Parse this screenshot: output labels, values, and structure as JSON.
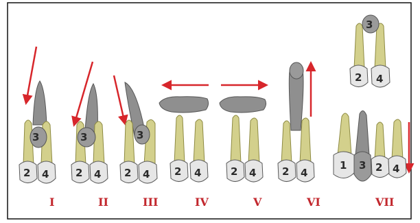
{
  "colors": {
    "frame": "#111111",
    "arrow": "#d7262b",
    "label": "#c2272d",
    "root": "#d3d08c",
    "root_stroke": "#8d8a42",
    "crown": "#e6e6e6",
    "crown_stroke": "#595959",
    "gray_tooth": "#8f8f8f",
    "gray_stroke": "#555555",
    "number": "#2b2b2b"
  },
  "stages": [
    {
      "id": "I",
      "label": "I",
      "teeth": [
        "2",
        "4",
        "3"
      ]
    },
    {
      "id": "II",
      "label": "II",
      "teeth": [
        "2",
        "4",
        "3"
      ]
    },
    {
      "id": "III",
      "label": "III",
      "teeth": [
        "2",
        "4",
        "3"
      ]
    },
    {
      "id": "IV",
      "label": "IV",
      "teeth": [
        "2",
        "4"
      ]
    },
    {
      "id": "V",
      "label": "V",
      "teeth": [
        "2",
        "4"
      ]
    },
    {
      "id": "VI",
      "label": "VI",
      "teeth": [
        "2",
        "4"
      ]
    },
    {
      "id": "VII",
      "label": "VII",
      "teeth_top": [
        "3",
        "2",
        "4"
      ],
      "teeth_bottom": [
        "1",
        "3",
        "2",
        "4"
      ]
    }
  ]
}
